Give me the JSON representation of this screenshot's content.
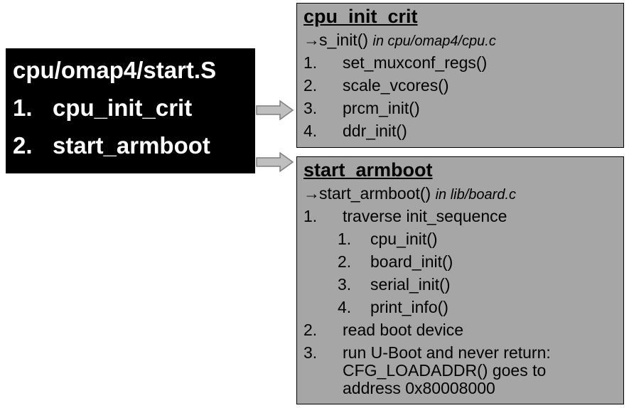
{
  "left_box": {
    "title": "cpu/omap4/start.S",
    "items": [
      {
        "num": "1.",
        "label": "cpu_init_crit"
      },
      {
        "num": "2.",
        "label": "start_armboot"
      }
    ]
  },
  "box_init_crit": {
    "title": "cpu_init_crit",
    "call_arrow": "→",
    "call": "s_init()",
    "call_location": "in cpu/omap4/cpu.c",
    "steps": [
      {
        "num": "1.",
        "label": "set_muxconf_regs()"
      },
      {
        "num": "2.",
        "label": "scale_vcores()"
      },
      {
        "num": "3.",
        "label": "prcm_init()"
      },
      {
        "num": "4.",
        "label": "ddr_init()"
      }
    ]
  },
  "box_armboot": {
    "title": "start_armboot",
    "call_arrow": "→",
    "call": "start_armboot()",
    "call_location": "in lib/board.c",
    "step1": {
      "num": "1.",
      "label": "traverse init_sequence"
    },
    "substeps": [
      {
        "num": "1.",
        "label": "cpu_init()"
      },
      {
        "num": "2.",
        "label": "board_init()"
      },
      {
        "num": "3.",
        "label": "serial_init()"
      },
      {
        "num": "4.",
        "label": "print_info()"
      }
    ],
    "step2": {
      "num": "2.",
      "label": "read boot device"
    },
    "step3": {
      "num": "3.",
      "lines": [
        "run U-Boot and never return:",
        "CFG_LOADADDR() goes to",
        "address 0x80008000"
      ]
    }
  },
  "colors": {
    "box_fill": "#a6a6a6",
    "black_box": "#000000",
    "arrow_fill": "#bfbfbf",
    "arrow_stroke": "#7f7f7f"
  }
}
